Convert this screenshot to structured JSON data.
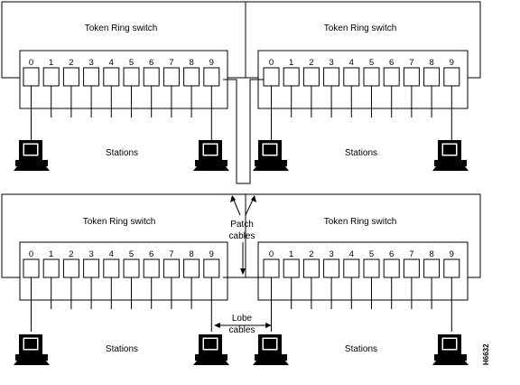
{
  "switches": [
    {
      "id": "top-left",
      "title": "Token Ring switch",
      "ports": [
        "0",
        "1",
        "2",
        "3",
        "4",
        "5",
        "6",
        "7",
        "8",
        "9"
      ],
      "stations_label": "Stations"
    },
    {
      "id": "top-right",
      "title": "Token Ring switch",
      "ports": [
        "0",
        "1",
        "2",
        "3",
        "4",
        "5",
        "6",
        "7",
        "8",
        "9"
      ],
      "stations_label": "Stations"
    },
    {
      "id": "bottom-left",
      "title": "Token Ring switch",
      "ports": [
        "0",
        "1",
        "2",
        "3",
        "4",
        "5",
        "6",
        "7",
        "8",
        "9"
      ],
      "stations_label": "Stations"
    },
    {
      "id": "bottom-right",
      "title": "Token Ring switch",
      "ports": [
        "0",
        "1",
        "2",
        "3",
        "4",
        "5",
        "6",
        "7",
        "8",
        "9"
      ],
      "stations_label": "Stations"
    }
  ],
  "annotations": {
    "patch_line1": "Patch",
    "patch_line2": "cables",
    "lobe_line1": "Lobe",
    "lobe_line2": "cables"
  },
  "figure_id": "H6632",
  "icons": {
    "station": "computer-icon"
  }
}
